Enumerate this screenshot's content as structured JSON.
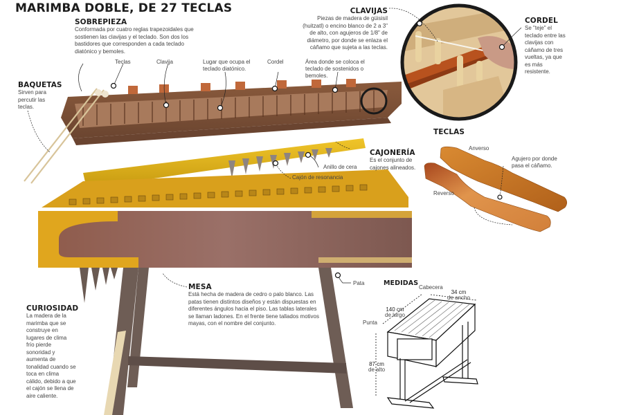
{
  "title": "MARIMBA DOBLE, DE 27 TECLAS",
  "sections": {
    "sobrepieza": {
      "heading": "SOBREPIEZA",
      "text": "Conformada por cuatro reglas trapezoidales que sostienen las clavijas y el teclado. Son dos los bastidores que corresponden a cada teclado diatónico y bemoles."
    },
    "baquetas": {
      "heading": "BAQUETAS",
      "text": "Sirven para percutir las teclas."
    },
    "clavijas": {
      "heading": "CLAVIJAS",
      "text": "Piezas de madera de güisisil (huitzatl) o encino blanco de 2 a 3\" de alto, con agujeros de 1/8\" de diámetro, por donde se enlaza el cáñamo que sujeta a las teclas."
    },
    "cordel": {
      "heading": "CORDEL",
      "text": "Se \"teje\" el teclado entre las clavijas con cáñamo de tres vueltas, ya que es más resistente."
    },
    "cajoneria": {
      "heading": "CAJONERÍA",
      "text": "Es el conjunto de cajones alineados."
    },
    "teclas": {
      "heading": "TECLAS",
      "anverso": "Anverso",
      "reverso": "Reverso",
      "agujero": "Agujero por donde pasa el cáñamo."
    },
    "mesa": {
      "heading": "MESA",
      "text": "Está hecha de madera de cedro o palo blanco. Las patas tienen distintos diseños y están dispuestas en diferentes ángulos hacia el piso. Las tablas laterales se llaman ladones. En el frente tiene tallados motivos mayas, con el nombre del conjunto."
    },
    "curiosidad": {
      "heading": "CURIOSIDAD",
      "text": "La madera de la marimba que se construye en lugares de clima frío pierde sonoridad y aumenta de tonalidad cuando se toca en clima cálido, debido a que el cajón se llena de aire caliente."
    },
    "medidas": {
      "heading": "MEDIDAS",
      "cabecera": "Cabecera",
      "ancho": "34 cm",
      "ancho_sub": "de ancho",
      "largo": "140 cm",
      "largo_sub": "de largo",
      "punta": "Punta",
      "alto": "87 cm",
      "alto_sub": "de alto"
    }
  },
  "labels": {
    "teclas": "Teclas",
    "clavija": "Clavija",
    "lugar": "Lugar que ocupa el teclado diatónico.",
    "cordel": "Cordel",
    "area": "Área donde se coloca el teclado de sostenidos o bemoles.",
    "anillo": "Anillo de cera",
    "cajon": "Cajón de resonancia",
    "pata": "Pata"
  },
  "colors": {
    "wood_dark": "#7a4a32",
    "wood_yellow": "#e0b21c",
    "wood_brown": "#8d5e47",
    "key_orange": "#c86a22",
    "leg_gray": "#6e5d55"
  }
}
